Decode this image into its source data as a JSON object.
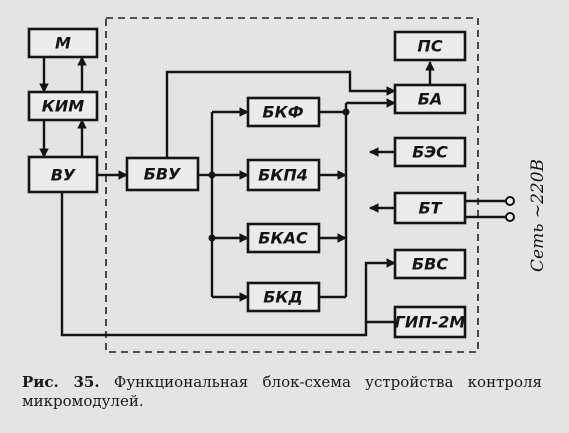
{
  "blocks": {
    "m": "М",
    "kim": "КИМ",
    "vu": "ВУ",
    "bvu": "БВУ",
    "bkf": "БКФ",
    "bkp4": "БКП4",
    "bkas": "БКАС",
    "bkd": "БКД",
    "ps": "ПС",
    "ba": "БА",
    "bes": "БЭС",
    "bt": "БТ",
    "bvs": "БВС",
    "gip": "ГИП-2М"
  },
  "mains_label": "Сеть ~220В",
  "caption": {
    "fig": "Рис. 35.",
    "text": "Функциональная блок-схема устройства контроля микромодулей."
  }
}
